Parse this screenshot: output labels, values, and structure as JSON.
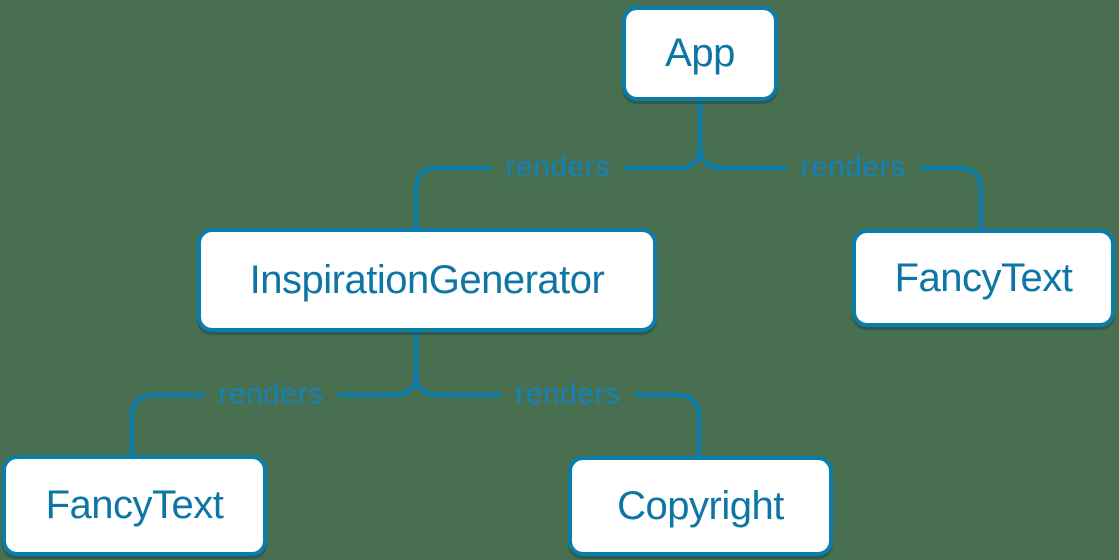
{
  "colors": {
    "background": "#486F50",
    "accent": "#0c7ca8",
    "node_bg": "#ffffff",
    "node_text": "#0e76a4",
    "label_text": "#1283ba"
  },
  "diagram": {
    "type": "component-render-tree",
    "nodes": [
      {
        "id": "app",
        "label": "App"
      },
      {
        "id": "inspiration-generator",
        "label": "InspirationGenerator"
      },
      {
        "id": "fancy-text-right",
        "label": "FancyText"
      },
      {
        "id": "fancy-text-left",
        "label": "FancyText"
      },
      {
        "id": "copyright",
        "label": "Copyright"
      }
    ],
    "edges": [
      {
        "from": "App",
        "to": "InspirationGenerator",
        "label": "renders"
      },
      {
        "from": "App",
        "to": "FancyText",
        "label": "renders"
      },
      {
        "from": "InspirationGenerator",
        "to": "FancyText",
        "label": "renders"
      },
      {
        "from": "InspirationGenerator",
        "to": "Copyright",
        "label": "renders"
      }
    ]
  }
}
